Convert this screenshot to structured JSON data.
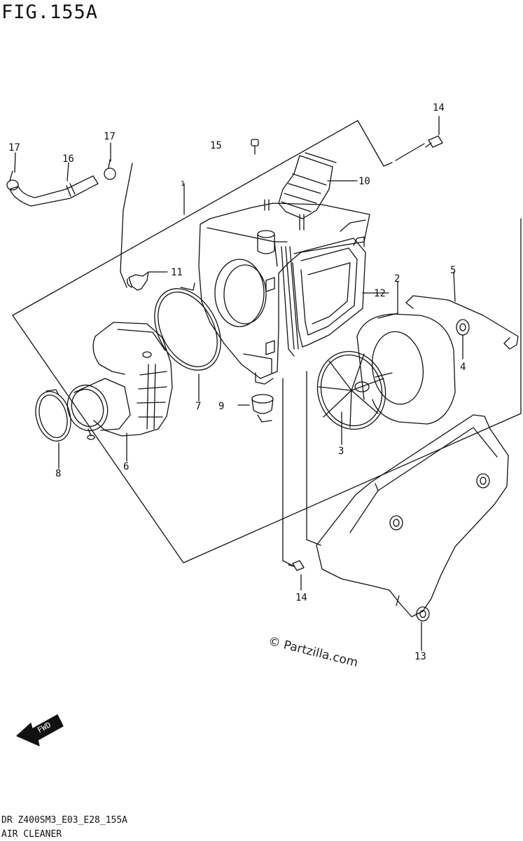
{
  "figure_title": "FIG.155A",
  "footer": {
    "model_code": "DR Z400SM3_E03_E28_155A",
    "section": "AIR CLEANER"
  },
  "watermark": "© Partzilla.com",
  "fwd_label": "FWD",
  "callouts": {
    "c2": "2",
    "c3": "3",
    "c4": "4",
    "c5": "5",
    "c6": "6",
    "c7": "7",
    "c8": "8",
    "c9": "9",
    "c10": "10",
    "c11": "11",
    "c12": "12",
    "c13": "13",
    "c14a": "14",
    "c14b": "14",
    "c15": "15",
    "c16": "16",
    "c17a": "17",
    "c17b": "17",
    "c1": "1"
  }
}
